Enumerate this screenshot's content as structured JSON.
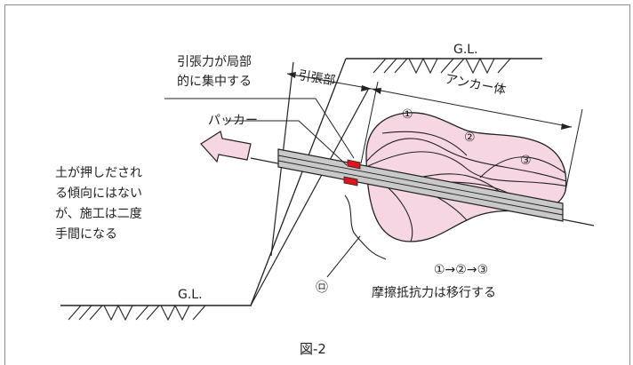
{
  "labels": {
    "gl_top": "G.L.",
    "gl_bottom": "G.L.",
    "concentrated_line1": "引張力が局部",
    "concentrated_line2": "的に集中する",
    "tension_section": "引張部",
    "anchor_body": "アンカー体",
    "packer": "パッカー",
    "soil_line1": "土が押しだされ",
    "soil_line2": "る傾向にはない",
    "soil_line3": "が、施工は二度",
    "soil_line4": "手間になる",
    "callout_mark": "㋺",
    "sequence": "①→②→③",
    "friction_shift": "摩擦抵抗力は移行する",
    "bulb1": "①",
    "bulb2": "②",
    "bulb3": "③",
    "figure_caption": "図-2"
  },
  "colors": {
    "bulb_fill": "#f7d6e3",
    "arrow_fill": "#f7d6e3",
    "rod_fill": "#c9c9c9",
    "packer": "#e0141e",
    "line": "#222222",
    "frame": "#8c8c8c"
  }
}
